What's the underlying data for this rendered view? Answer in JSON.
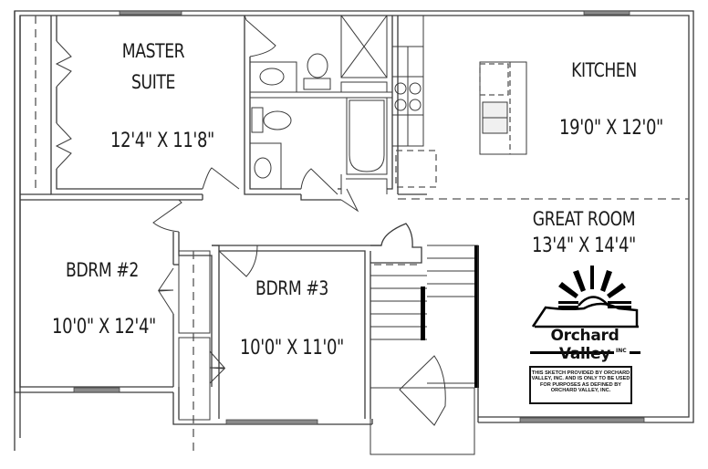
{
  "floor_plan": {
    "rooms": [
      {
        "id": "master-suite",
        "name_line1": "MASTER",
        "name_line2": "SUITE",
        "dimensions": "12'4\" X 11'8\""
      },
      {
        "id": "kitchen",
        "name": "KITCHEN",
        "dimensions": "19'0\" X 12'0\""
      },
      {
        "id": "great-room",
        "name": "GREAT ROOM",
        "dimensions": "13'4\" X 14'4\""
      },
      {
        "id": "bdrm-2",
        "name": "BDRM #2",
        "dimensions": "10'0\" X 12'4\""
      },
      {
        "id": "bdrm-3",
        "name": "BDRM #3",
        "dimensions": "10'0\" X 11'0\""
      }
    ],
    "logo": {
      "name": "Orchard Valley",
      "suffix": "INC",
      "icon": "sun-over-hills-icon"
    },
    "disclaimer": "THIS SKETCH PROVIDED BY ORCHARD VALLEY, INC. AND IS ONLY TO BE USED FOR PURPOSES AS DEFINED BY ORCHARD VALLEY, INC.",
    "colors": {
      "wall": "#3a3a3a",
      "window": "#8a8a8a",
      "background": "#ffffff",
      "stair_rail": "#000000"
    }
  }
}
